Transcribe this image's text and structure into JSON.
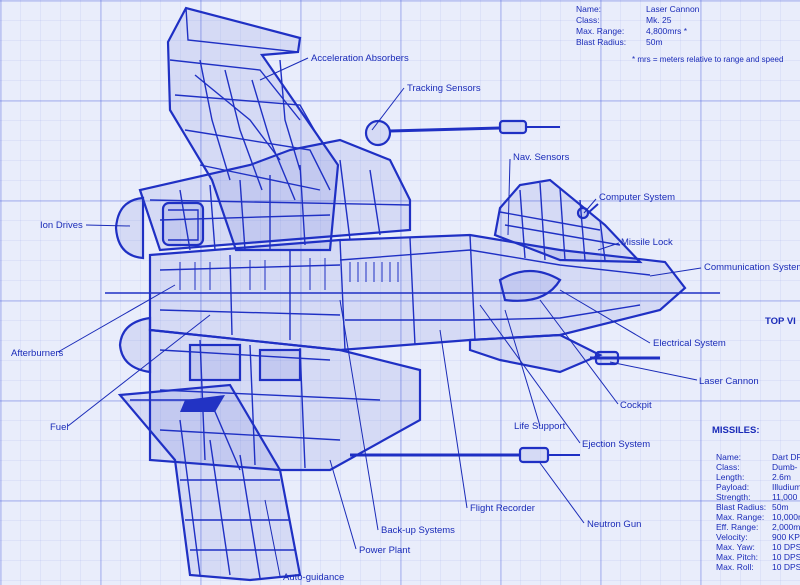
{
  "laser_specs": {
    "rows": [
      {
        "label": "Name:",
        "value": "Laser Cannon"
      },
      {
        "label": "Class:",
        "value": "Mk. 25"
      },
      {
        "label": "Max. Range:",
        "value": "4,800mrs *"
      },
      {
        "label": "Blast Radius:",
        "value": "50m"
      }
    ],
    "footnote": "* mrs = meters relative to range and speed"
  },
  "view_title": "TOP VI",
  "missiles": {
    "heading": "MISSILES:",
    "rows": [
      {
        "label": "Name:",
        "value": "Dart DF"
      },
      {
        "label": "Class:",
        "value": "Dumb-"
      },
      {
        "label": "Length:",
        "value": "2.6m"
      },
      {
        "label": "Payload:",
        "value": "Illudium"
      },
      {
        "label": "Strength:",
        "value": "11,000"
      },
      {
        "label": "Blast Radius:",
        "value": "50m"
      },
      {
        "label": "Max. Range:",
        "value": "10,000m"
      },
      {
        "label": "Eff. Range:",
        "value": "2,000m"
      },
      {
        "label": "Velocity:",
        "value": "900 KPS"
      },
      {
        "label": "Max. Yaw:",
        "value": "10 DPS"
      },
      {
        "label": "Max. Pitch:",
        "value": "10 DPS"
      },
      {
        "label": "Max. Roll:",
        "value": "10 DPS"
      }
    ]
  },
  "callouts": {
    "acceleration_absorbers": "Acceleration Absorbers",
    "tracking_sensors": "Tracking Sensors",
    "nav_sensors": "Nav. Sensors",
    "computer_system": "Computer System",
    "missile_lock": "Missile Lock",
    "communication_system": "Communication System",
    "ion_drives": "Ion Drives",
    "afterburners": "Afterburners",
    "electrical_system": "Electrical System",
    "laser_cannon": "Laser Cannon",
    "cockpit": "Cockpit",
    "life_support": "Life Support",
    "ejection_system": "Ejection System",
    "fuel": "Fuel",
    "flight_recorder": "Flight Recorder",
    "neutron_gun": "Neutron Gun",
    "back_up_systems": "Back-up Systems",
    "power_plant": "Power Plant",
    "auto_guidance": "Auto-guidance"
  }
}
